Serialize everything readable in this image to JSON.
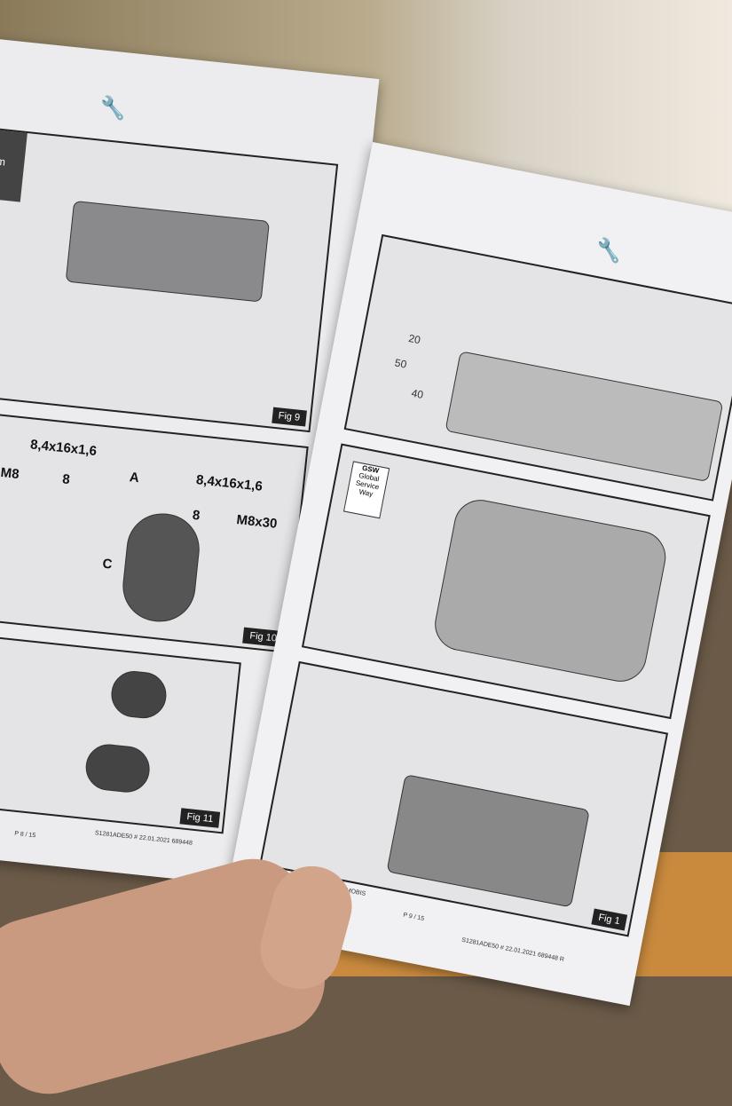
{
  "left_page": {
    "fig9": "Fig 9",
    "fig10": "Fig 10",
    "fig11": "Fig 11",
    "torque_fragment": "Nm",
    "labels": [
      "8,4x16x1,6",
      "M8",
      "8",
      "A",
      "8,4x16x1,6",
      "8",
      "M8x30",
      "C"
    ],
    "footer_code": "S1281ADE50 # 22.01.2021 689448",
    "page_number": "P 8 / 15"
  },
  "right_page": {
    "gsw_logo": "GSW",
    "gsw_text": "Global Service Way",
    "dims": [
      "20",
      "50",
      "40"
    ],
    "footer_left": "Genuine Accessories developed by MOBIS",
    "page_number": "P 9 / 15",
    "footer_code": "S1281ADE50 # 22.01.2021 689448 R",
    "fig": "Fig 1"
  }
}
